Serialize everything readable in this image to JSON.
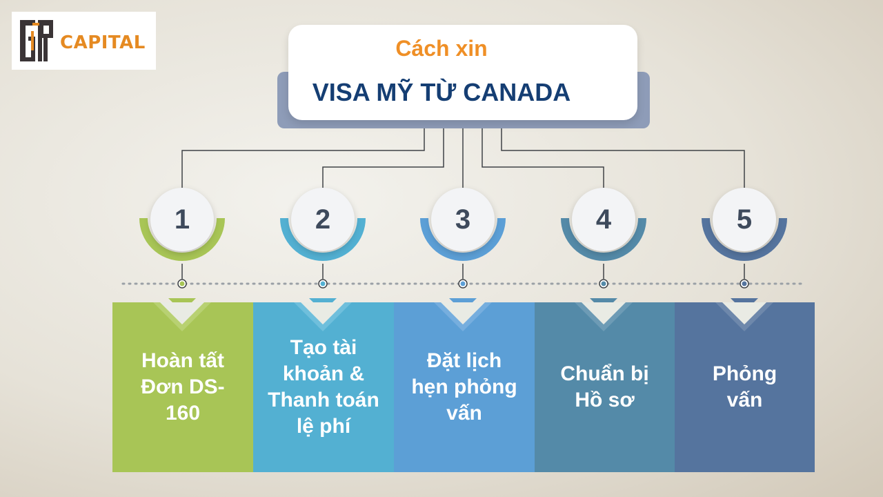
{
  "brand": {
    "name": "CAPITAL"
  },
  "title": {
    "line1": "Cách xin",
    "line2": "VISA MỸ TỪ CANADA"
  },
  "colors": {
    "accent_orange": "#ef8f26",
    "title_navy": "#153e73",
    "step1": "#a8c556",
    "step2": "#53b0d2",
    "step3": "#5c9fd6",
    "step4": "#548aa8",
    "step5": "#55749e"
  },
  "steps": [
    {
      "number": "1",
      "label": "Hoàn tất\nĐơn DS-\n160"
    },
    {
      "number": "2",
      "label": "Tạo tài\nkhoản &\nThanh toán\nlệ phí"
    },
    {
      "number": "3",
      "label": "Đặt lịch\nhẹn phỏng\nvấn"
    },
    {
      "number": "4",
      "label": "Chuẩn bị\nHồ sơ"
    },
    {
      "number": "5",
      "label": "Phỏng\nvấn"
    }
  ]
}
